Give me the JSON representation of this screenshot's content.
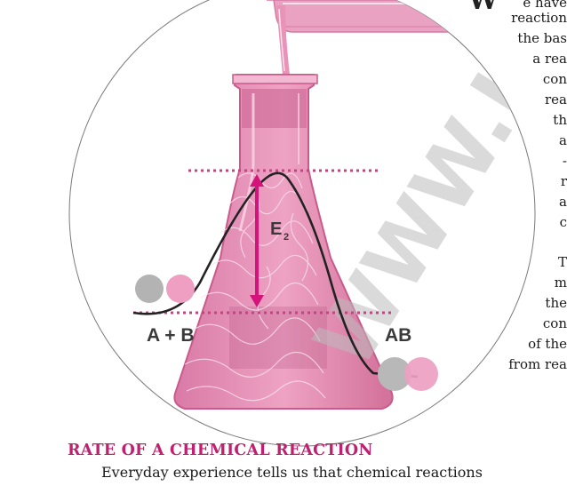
{
  "side_text": [
    "e have",
    "reaction",
    "the bas",
    "a rea",
    "con",
    "rea",
    "th",
    "a",
    "-",
    "r",
    "a",
    "c",
    "T",
    "m",
    "the",
    "con",
    "of the",
    "from rea"
  ],
  "diagram": {
    "energy_label": "E",
    "energy_subscript": "2",
    "reactants_label": "A + B",
    "product_label": "AB"
  },
  "watermark": "WWW.JE",
  "section": {
    "heading": "RATE OF A CHEMICAL REACTION",
    "first_line": "Everyday experience tells us that chemical reactions"
  },
  "colors": {
    "heading": "#c0206f",
    "flask_pink": "#e58fb4",
    "arrow_magenta": "#d4147a",
    "dotted_line": "#c2467f",
    "curve": "#222222",
    "ball_grey": "#b3b3b3",
    "ball_pink": "#ee9fc2"
  }
}
